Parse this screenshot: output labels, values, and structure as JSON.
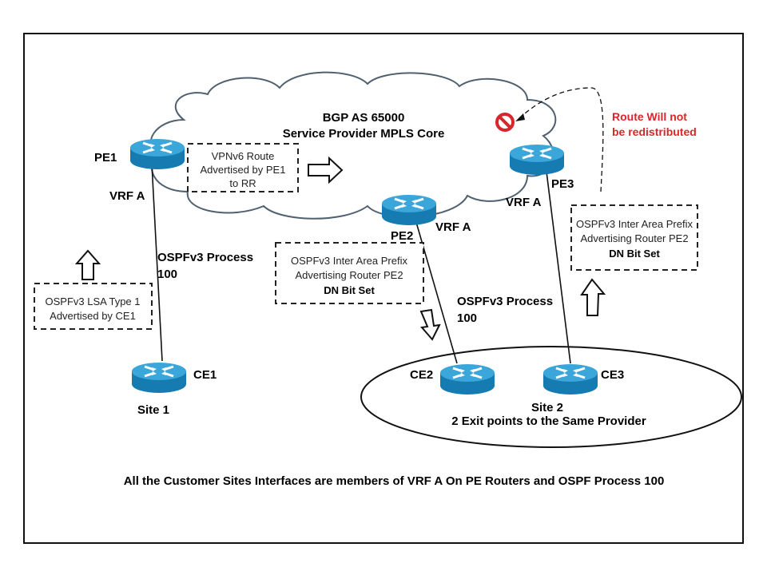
{
  "cloud": {
    "title": "BGP AS 65000",
    "subtitle": "Service Provider MPLS Core"
  },
  "routers": {
    "pe1": {
      "label": "PE1",
      "vrf": "VRF A"
    },
    "pe2": {
      "label": "PE2",
      "vrf": "VRF A"
    },
    "pe3": {
      "label": "PE3",
      "vrf": "VRF A"
    },
    "ce1": {
      "label": "CE1"
    },
    "ce2": {
      "label": "CE2"
    },
    "ce3": {
      "label": "CE3"
    }
  },
  "boxes": {
    "vpnv6": {
      "line1": "VPNv6 Route",
      "line2": "Advertised by PE1",
      "line3": "to RR"
    },
    "lsa": {
      "line1": "OSPFv3 LSA Type 1",
      "line2": "Advertised by CE1"
    },
    "inter_area_mid": {
      "line1": "OSPFv3 Inter Area Prefix",
      "line2": "Advertising Router PE2",
      "line3": "DN Bit Set"
    },
    "inter_area_right": {
      "line1": "OSPFv3 Inter Area Prefix",
      "line2": "Advertising Router PE2",
      "line3": "DN Bit Set"
    }
  },
  "process_labels": {
    "left": {
      "line1": "OSPFv3 Process",
      "line2": "100"
    },
    "right": {
      "line1": "OSPFv3 Process",
      "line2": "100"
    }
  },
  "blocked": {
    "line1": "Route Will not",
    "line2": "be redistributed",
    "color": "#d8262c"
  },
  "sites": {
    "site1": "Site 1",
    "site2": {
      "line1": "Site 2",
      "line2": "2 Exit points to the Same Provider"
    }
  },
  "footer": "All the Customer Sites Interfaces are members of VRF A On PE Routers and OSPF Process 100",
  "colors": {
    "router": "#1a86bf",
    "router_top": "#3aa6d9",
    "cloud_stroke": "#4f6070"
  }
}
